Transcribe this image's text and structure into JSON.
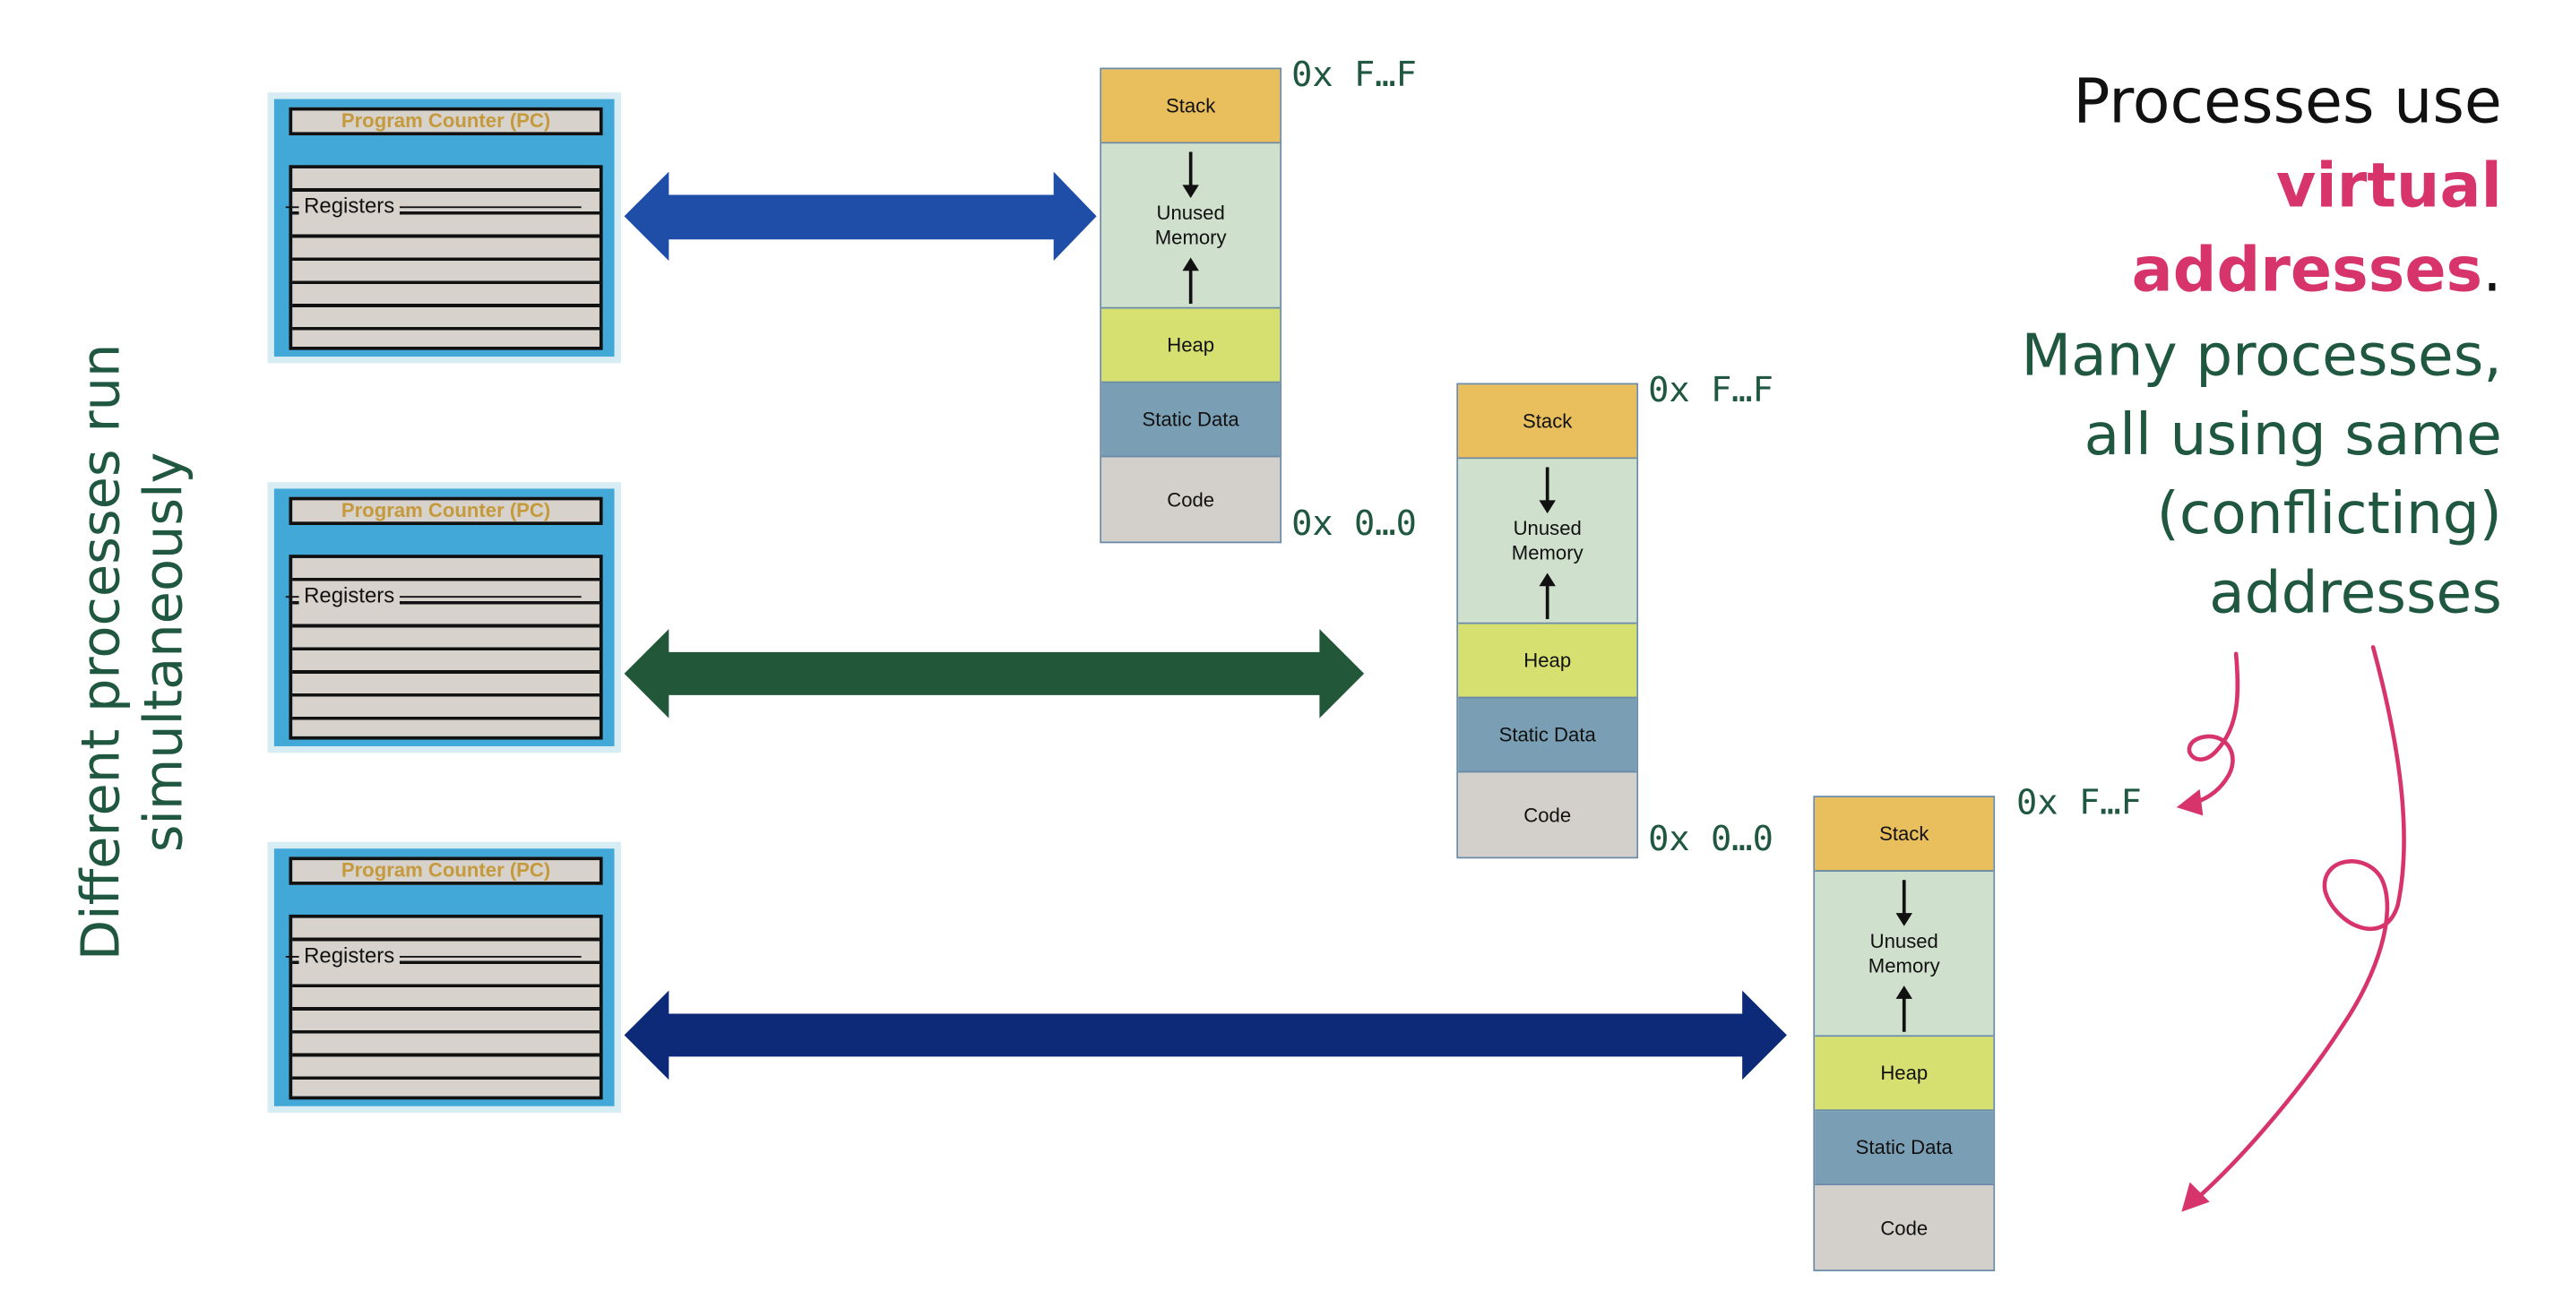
{
  "side_title": "Different processes run simultaneously",
  "processes": [
    {
      "pc_label": "Program Counter (PC)",
      "registers_label": "Registers",
      "arrow_color": "#1f4ea8"
    },
    {
      "pc_label": "Program Counter (PC)",
      "registers_label": "Registers",
      "arrow_color": "#22573a"
    },
    {
      "pc_label": "Program Counter (PC)",
      "registers_label": "Registers",
      "arrow_color": "#0d2a78"
    }
  ],
  "memory": {
    "segments": {
      "stack": "Stack",
      "unused_line1": "Unused",
      "unused_line2": "Memory",
      "heap": "Heap",
      "static": "Static Data",
      "code": "Code"
    },
    "top_address": "0x F…F",
    "bottom_address": "0x 0…0"
  },
  "note": {
    "line1": "Processes use",
    "highlight_line1": "virtual",
    "highlight_line2": "addresses",
    "period": ".",
    "green_line1": "Many processes,",
    "green_line2": "all using same",
    "green_line3": "(conflicting)",
    "green_line4": "addresses"
  },
  "colors": {
    "accent_pink": "#d8346c",
    "green": "#1f5740",
    "stack": "#e8bf5c",
    "unused": "#cfe0cc",
    "heap": "#d5e070",
    "static": "#7a9fb5",
    "code": "#d3d0cc"
  }
}
